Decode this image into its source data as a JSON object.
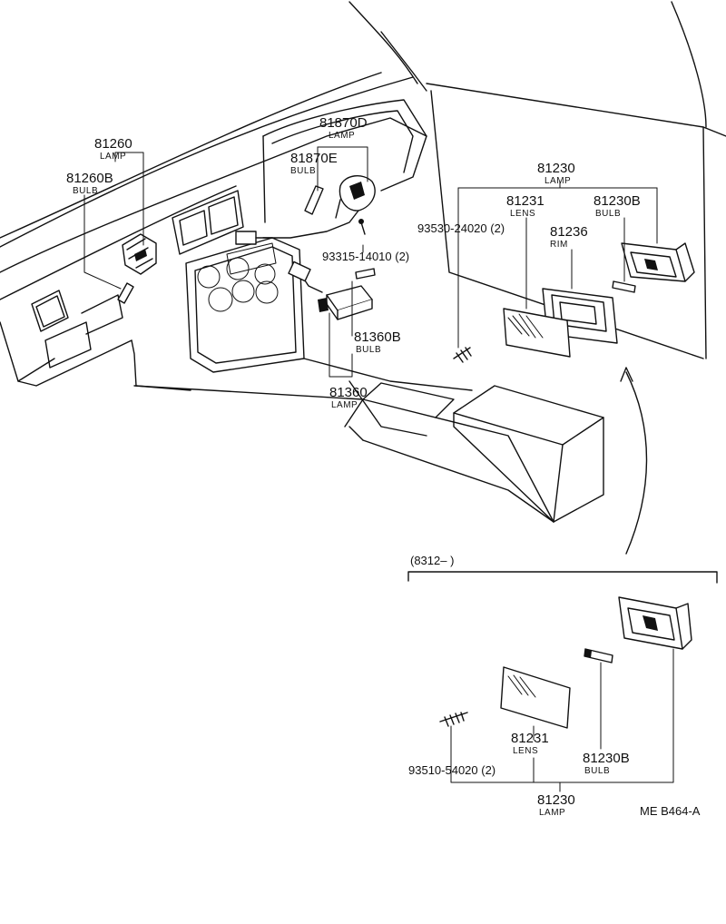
{
  "labels": {
    "p81260": {
      "num": "81260",
      "desc": "LAMP"
    },
    "p81260B": {
      "num": "81260B",
      "desc": "BULB"
    },
    "p81870D": {
      "num": "81870D",
      "desc": "LAMP"
    },
    "p81870E": {
      "num": "81870E",
      "desc": "BULB"
    },
    "p93315": {
      "num": "93315-14010 (2)"
    },
    "p81360B": {
      "num": "81360B",
      "desc": "BULB"
    },
    "p81360": {
      "num": "81360",
      "desc": "LAMP"
    },
    "p81230_top": {
      "num": "81230",
      "desc": "LAMP"
    },
    "p81231_top": {
      "num": "81231",
      "desc": "LENS"
    },
    "p93530": {
      "num": "93530-24020 (2)"
    },
    "p81236": {
      "num": "81236",
      "desc": "RIM"
    },
    "p81230B_top": {
      "num": "81230B",
      "desc": "BULB"
    },
    "p8312": {
      "num": "(8312–        )"
    },
    "p81231_bot": {
      "num": "81231",
      "desc": "LENS"
    },
    "p93510": {
      "num": "93510-54020 (2)"
    },
    "p81230B_bot": {
      "num": "81230B",
      "desc": "BULB"
    },
    "p81230_bot": {
      "num": "81230",
      "desc": "LAMP"
    }
  },
  "diagram_ref": "ME  B464-A"
}
